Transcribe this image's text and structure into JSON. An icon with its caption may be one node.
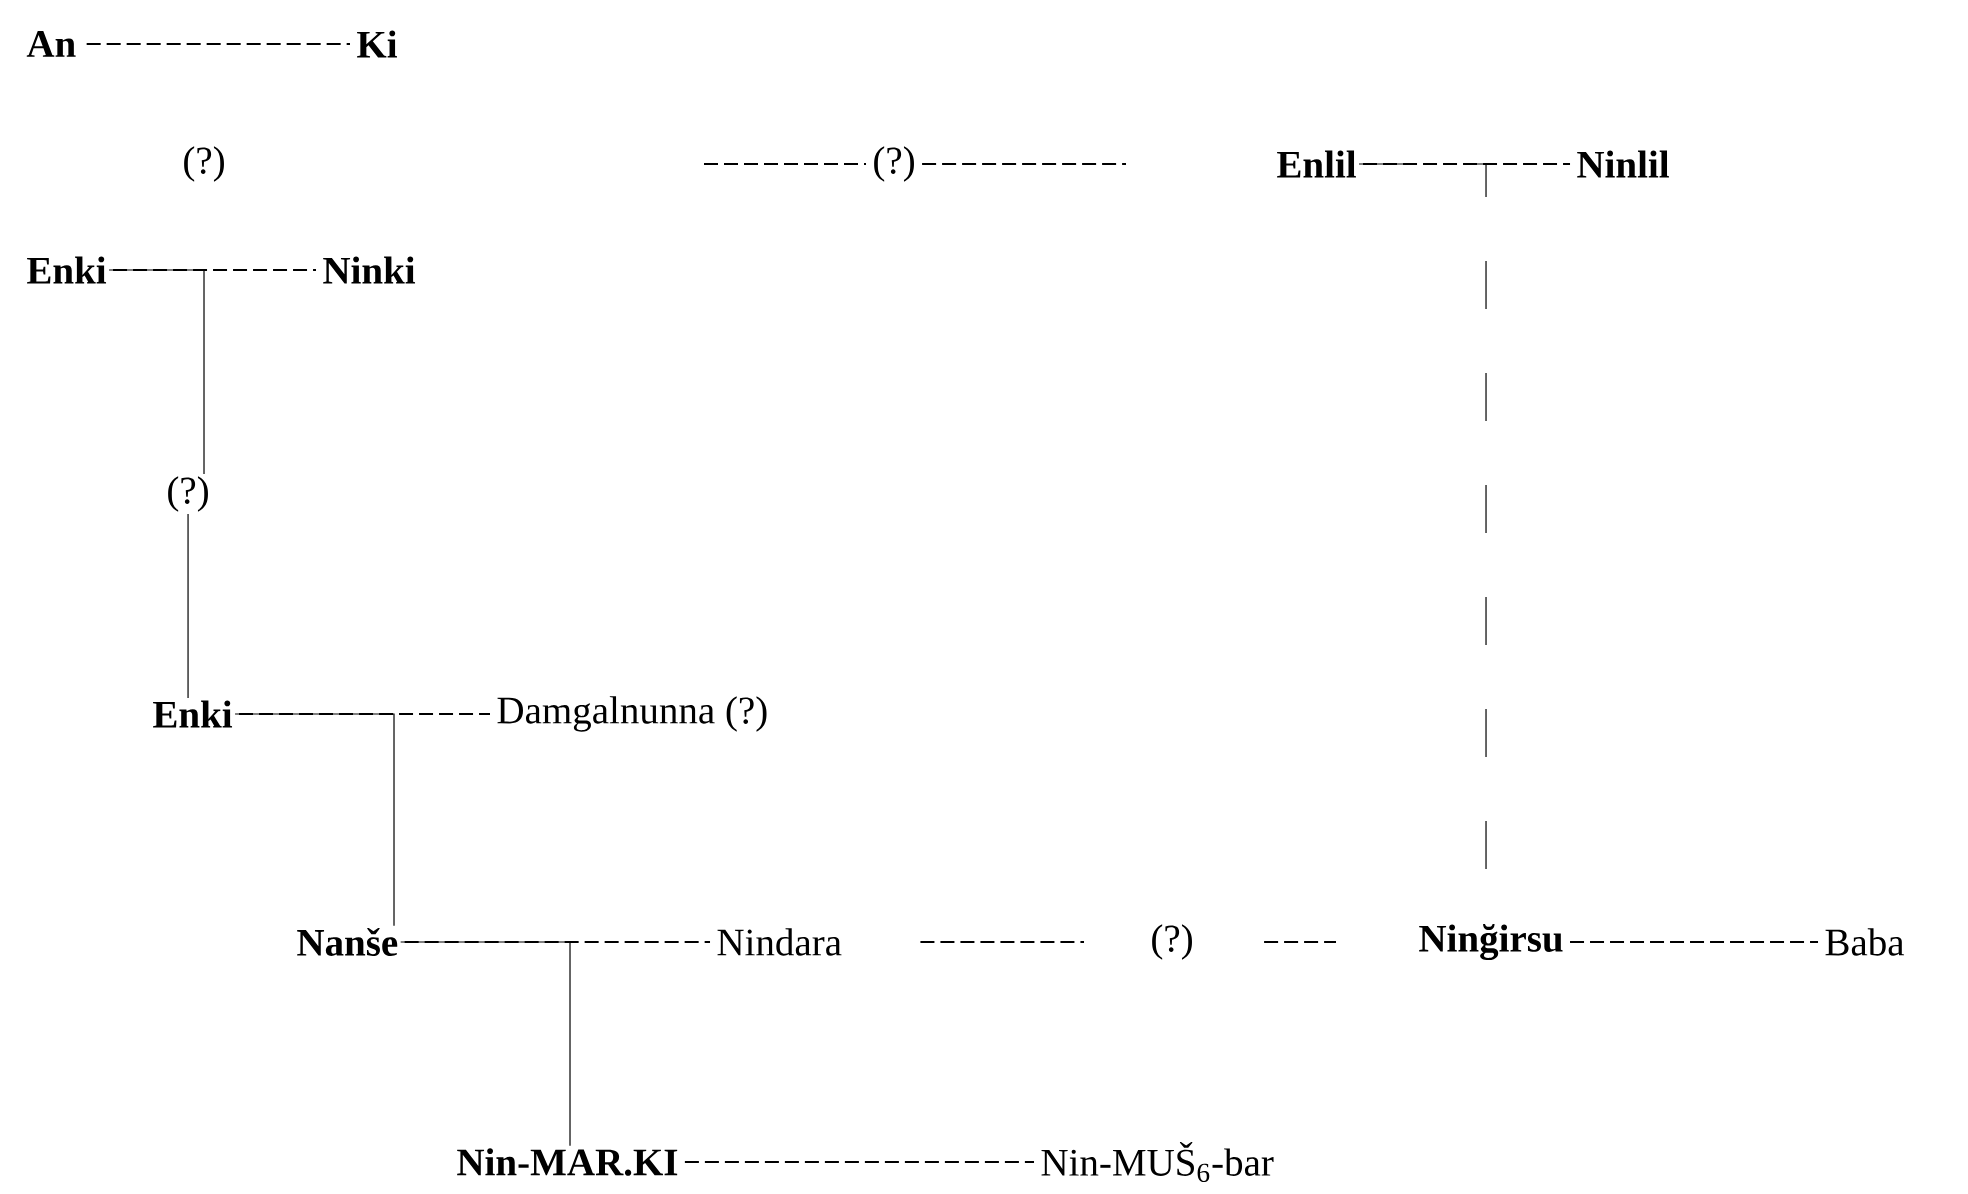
{
  "diagram": {
    "nodes": [
      {
        "text": [
          "An"
        ]
      },
      {
        "text": [
          "Ki"
        ]
      },
      {
        "text": [
          "(?)"
        ]
      },
      {
        "text": [
          "Enlil"
        ]
      },
      {
        "text": [
          "Ninlil"
        ]
      },
      {
        "text": [
          "Enki"
        ]
      },
      {
        "text": [
          "Ninki"
        ]
      },
      {
        "text": [
          "(?)"
        ]
      },
      {
        "text": [
          "Enki"
        ]
      },
      {
        "text": [
          "Damgalnunna (?)"
        ]
      },
      {
        "text": [
          "Nanše"
        ]
      },
      {
        "text": [
          "Nindara"
        ]
      },
      {
        "text": [
          "(?)"
        ]
      },
      {
        "text": [
          "Ninğirsu"
        ]
      },
      {
        "text": [
          "Baba"
        ]
      },
      {
        "text": [
          "Nin-MAR.KI"
        ]
      },
      {
        "text": [
          "Nin-MUŠ$_{6}$-bar"
        ]
      }
    ],
    "edges": [
      {
        "from": 0,
        "to": 1,
        "arrow": "none",
        "style": "dashed"
      },
      {
        "from": null,
        "to": 2,
        "arrow": "none",
        "style": "dashed"
      },
      {
        "from": 2,
        "to": null,
        "arrow": "none",
        "style": "dashed"
      },
      {
        "from": 3,
        "to": 4,
        "arrow": "none",
        "style": "dashed"
      },
      {
        "from": 5,
        "to": 6,
        "arrow": "none",
        "style": "dashed"
      },
      {
        "from": 5,
        "to": 7,
        "arrow": "none"
      },
      {
        "from": 7,
        "to": 8,
        "arrow": "none"
      },
      {
        "from": 8,
        "to": 9,
        "arrow": "none",
        "style": "dashed"
      },
      {
        "from": 8,
        "to": 10,
        "arrow": "none"
      },
      {
        "from": 3,
        "to": 13,
        "arrow": "none",
        "style": "dashed"
      },
      {
        "from": 10,
        "to": 11,
        "arrow": "none",
        "style": "dashed"
      },
      {
        "from": 11,
        "to": 12,
        "arrow": "none",
        "style": "dashed"
      },
      {
        "from": 12,
        "to": 13,
        "arrow": "none",
        "style": "dashed"
      },
      {
        "from": 13,
        "to": 14,
        "arrow": "none",
        "style": "dashed"
      },
      {
        "from": 10,
        "to": 15,
        "arrow": "none"
      },
      {
        "from": 15,
        "to": 16,
        "arrow": "none",
        "style": "dashed"
      }
    ],
    "labels": [
      "(?)"
    ]
  }
}
